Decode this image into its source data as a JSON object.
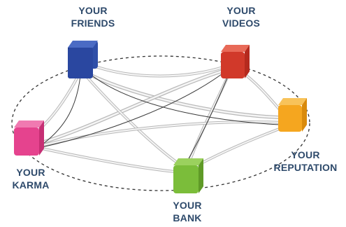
{
  "nodes": [
    {
      "id": "friends",
      "line1": "YOUR",
      "line2": "FRIENDS",
      "color": "#2f4fa8"
    },
    {
      "id": "videos",
      "line1": "YOUR",
      "line2": "VIDEOS",
      "color": "#d9412f"
    },
    {
      "id": "karma",
      "line1": "YOUR",
      "line2": "KARMA",
      "color": "#e5438e"
    },
    {
      "id": "reputation",
      "line1": "YOUR",
      "line2": "REPUTATION",
      "color": "#f5a61f"
    },
    {
      "id": "bank",
      "line1": "YOUR",
      "line2": "BANK",
      "color": "#7bbd3a"
    }
  ],
  "label_color": "#2e4a6b",
  "ellipse_style": "dashed"
}
